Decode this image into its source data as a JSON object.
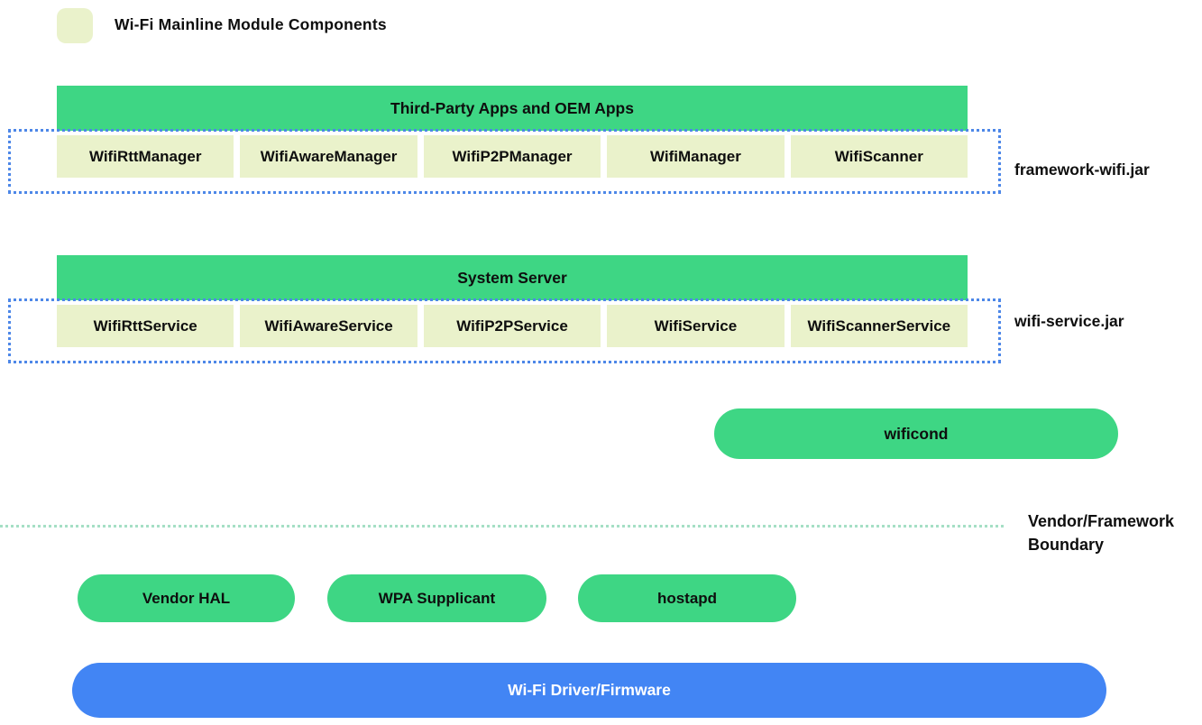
{
  "legend": {
    "title": "Wi-Fi Mainline Module Components"
  },
  "colors": {
    "mainline_module_fill": "#eaf2cb",
    "green_block": "#3ed684",
    "jar_dotted_border": "#4d87e8",
    "boundary_dotted_line": "#a5dfc5",
    "driver_bar_blue": "#4285f4",
    "text": "#0e0e0e"
  },
  "groups": [
    {
      "header": "Third-Party Apps and OEM Apps",
      "jar_label": "framework-wifi.jar",
      "boxes": [
        "WifiRttManager",
        "WifiAwareManager",
        "WifiP2PManager",
        "WifiManager",
        "WifiScanner"
      ]
    },
    {
      "header": "System Server",
      "jar_label": "wifi-service.jar",
      "boxes": [
        "WifiRttService",
        "WifiAwareService",
        "WifiP2PService",
        "WifiService",
        "WifiScannerService"
      ]
    }
  ],
  "wificond": {
    "label": "wificond"
  },
  "boundary": {
    "label_line1": "Vendor/Framework",
    "label_line2": "Boundary"
  },
  "vendor_pills": [
    "Vendor HAL",
    "WPA Supplicant",
    "hostapd"
  ],
  "driver_bar": {
    "label": "Wi-Fi Driver/Firmware"
  }
}
